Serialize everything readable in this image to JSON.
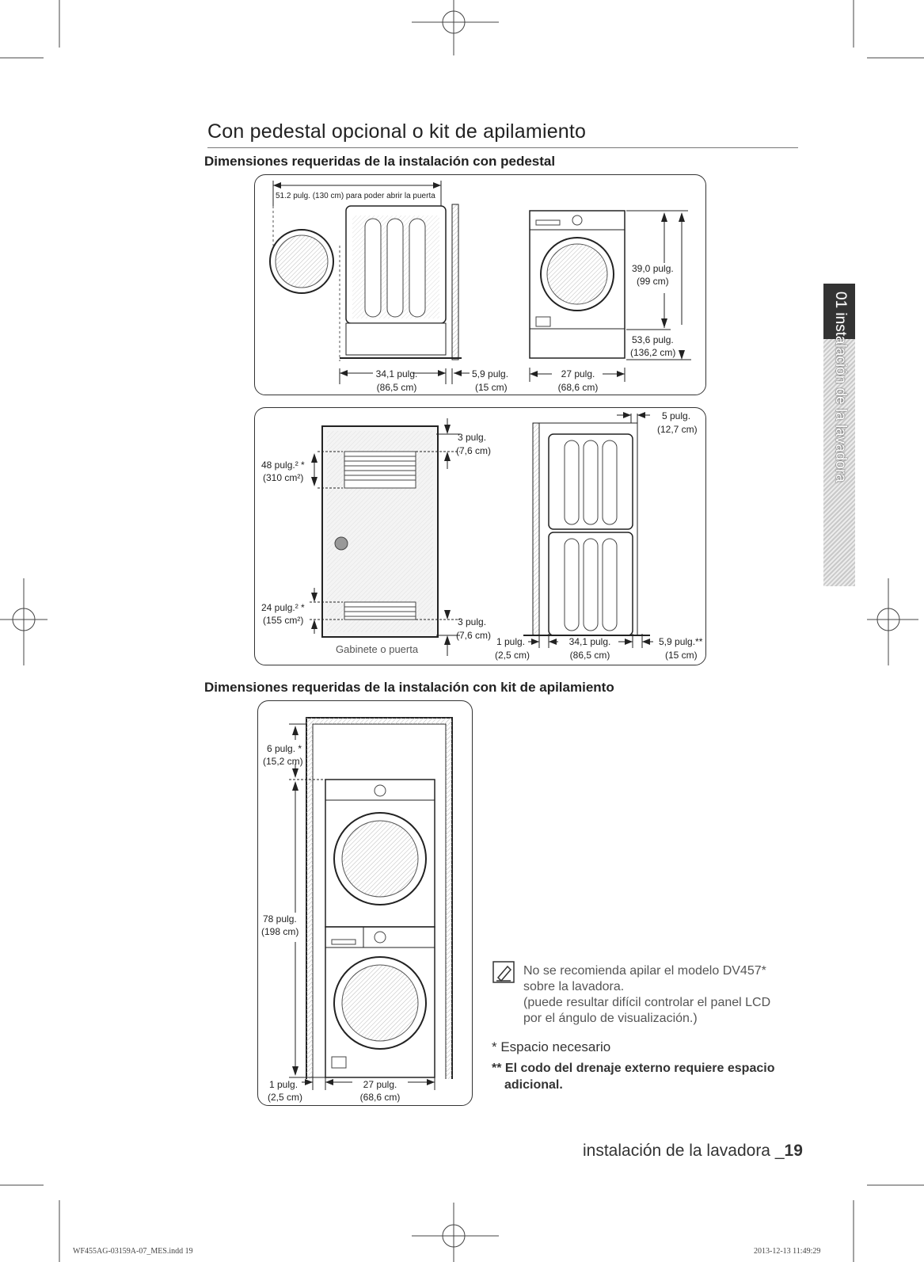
{
  "page": {
    "title": "Con pedestal opcional o kit de apilamiento",
    "side_tab": "01 instalación de la lavadora",
    "footer_label": "instalación de la lavadora _",
    "page_number": "19",
    "slug_left": "WF455AG-03159A-07_MES.indd   19",
    "slug_right": "2013-12-13   11:49:29"
  },
  "section_pedestal": {
    "heading": "Dimensiones requeridas de la instalación con pedestal",
    "door_open": "51.2 pulg. (130 cm) para poder abrir la puerta",
    "depth": "34,1 pulg.",
    "depth_cm": "(86,5 cm)",
    "rear": "5,9 pulg.",
    "rear_cm": "(15 cm)",
    "width": "27 pulg.",
    "width_cm": "(68,6 cm)",
    "height_washer": "39,0 pulg.",
    "height_washer_cm": "(99 cm)",
    "height_total": "53,6 pulg.",
    "height_total_cm": "(136,2 cm)"
  },
  "section_cabinet": {
    "vent_top": "48 pulg.² *",
    "vent_top_cm": "(310 cm²)",
    "vent_bottom": "24 pulg.² *",
    "vent_bottom_cm": "(155 cm²)",
    "gap_top": "3 pulg.",
    "gap_top_cm": "(7,6 cm)",
    "gap_bottom": "3 pulg.",
    "gap_bottom_cm": "(7,6 cm)",
    "cabinet_label": "Gabinete o puerta",
    "top_clear": "5 pulg.",
    "top_clear_cm": "(12,7 cm)",
    "side_clear": "1 pulg.",
    "side_clear_cm": "(2,5 cm)",
    "depth": "34,1 pulg.",
    "depth_cm": "(86,5 cm)",
    "rear": "5,9 pulg.**",
    "rear_cm": "(15 cm)"
  },
  "section_stack": {
    "heading": "Dimensiones requeridas de la instalación con kit de apilamiento",
    "top_gap": "6 pulg. *",
    "top_gap_cm": "(15,2 cm)",
    "height": "78 pulg.",
    "height_cm": "(198 cm)",
    "side_gap": "1 pulg.",
    "side_gap_cm": "(2,5 cm)",
    "width": "27 pulg.",
    "width_cm": "(68,6 cm)"
  },
  "notes": {
    "note_lines": [
      "No se recomienda apilar el modelo DV457*",
      "sobre la lavadora.",
      "(puede resultar difícil controlar el panel LCD",
      "por el ángulo de visualización.)"
    ],
    "bullet1": "* Espacio necesario",
    "bullet2_line1": "** El codo del drenaje externo requiere espacio",
    "bullet2_line2": "adicional."
  }
}
